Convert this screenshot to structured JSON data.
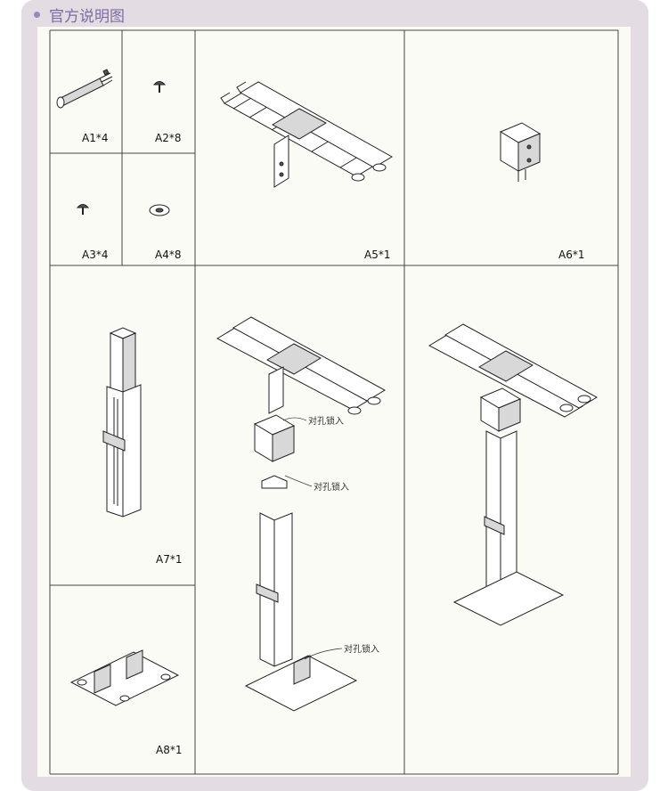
{
  "header": {
    "title": "官方说明图"
  },
  "parts": [
    {
      "id": "a1",
      "label": "A1*4"
    },
    {
      "id": "a2",
      "label": "A2*8"
    },
    {
      "id": "a3",
      "label": "A3*4"
    },
    {
      "id": "a4",
      "label": "A4*8"
    },
    {
      "id": "a5",
      "label": "A5*1"
    },
    {
      "id": "a6",
      "label": "A6*1"
    },
    {
      "id": "a7",
      "label": "A7*1"
    },
    {
      "id": "a8",
      "label": "A8*1"
    }
  ],
  "annotations": [
    "对孔锁入",
    "对孔锁入",
    "对孔锁入"
  ],
  "colors": {
    "frame": "#e3dde3",
    "title": "#7d6aa5",
    "sheet": "#fbfbf6"
  }
}
